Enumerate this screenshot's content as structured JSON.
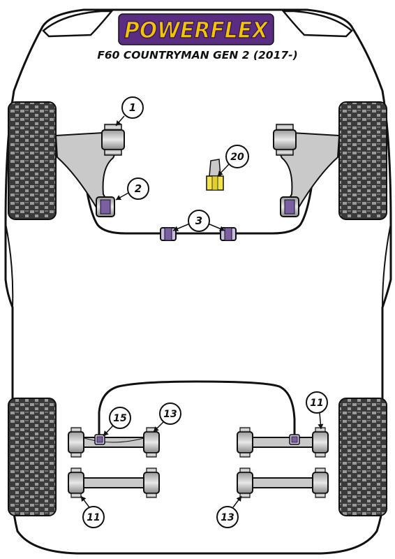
{
  "brand": {
    "logo_text": "POWERFLEX",
    "subtitle": "F60 COUNTRYMAN GEN 2 (2017-)"
  },
  "callouts": [
    {
      "id": "c1",
      "label": "1"
    },
    {
      "id": "c2",
      "label": "2"
    },
    {
      "id": "c3",
      "label": "3"
    },
    {
      "id": "c20",
      "label": "20"
    },
    {
      "id": "c15",
      "label": "15"
    },
    {
      "id": "c13a",
      "label": "13"
    },
    {
      "id": "c11a",
      "label": "11"
    },
    {
      "id": "c11b",
      "label": "11"
    },
    {
      "id": "c13b",
      "label": "13"
    }
  ],
  "colors": {
    "outline": "#111111",
    "arm_fill": "#c9c9c9",
    "bush_purple": "#7a5fa3",
    "bush_light": "#c9bde0",
    "mount_yellow": "#f3e24a",
    "logo_purple": "#5b2d82",
    "logo_yellow": "#f5c400"
  }
}
